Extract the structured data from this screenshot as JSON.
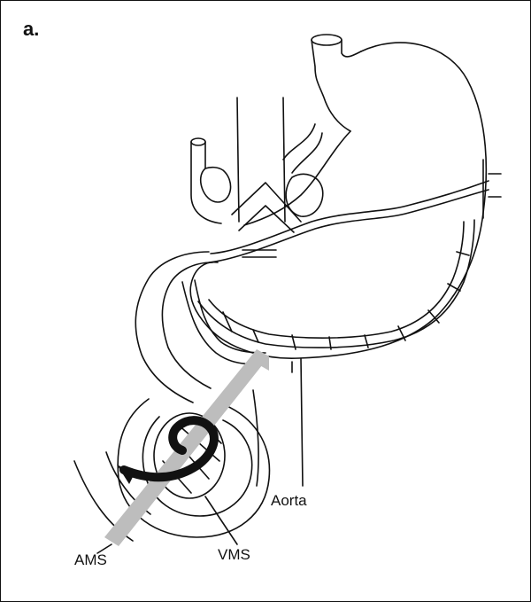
{
  "figure": {
    "panel_letter": "a."
  },
  "labels": {
    "aorta": "Aorta",
    "ams": "AMS",
    "vms": "VMS"
  },
  "colors": {
    "outline": "#111111",
    "ams_band": "#bdbdbd",
    "vms_band": "#111111",
    "background": "#ffffff"
  }
}
